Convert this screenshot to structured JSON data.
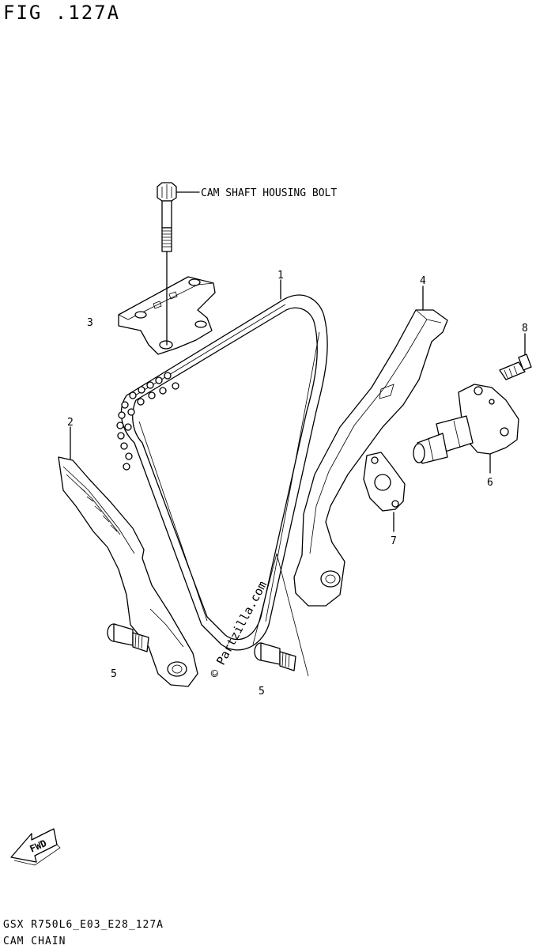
{
  "figure": {
    "title": "FIG .127A",
    "code": "GSX R750L6_E03_E28_127A",
    "name": "CAM CHAIN"
  },
  "callouts": {
    "bolt_note": "CAM SHAFT HOUSING BOLT",
    "p1": "1",
    "p2": "2",
    "p3": "3",
    "p4": "4",
    "p5a": "5",
    "p5b": "5",
    "p6": "6",
    "p7": "7",
    "p8": "8"
  },
  "watermark": "© Partzilla.com",
  "fwd_label": "FWD"
}
